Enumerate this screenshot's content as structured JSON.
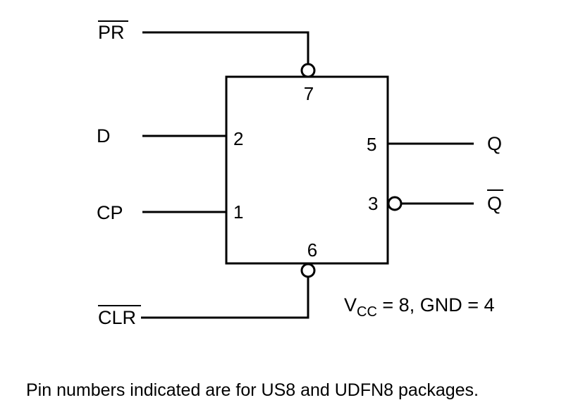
{
  "signals": {
    "preset": "PR",
    "data": "D",
    "clock": "CP",
    "clear": "CLR",
    "q": "Q",
    "q_bar": "Q"
  },
  "pins": {
    "preset": "7",
    "data": "2",
    "clock": "1",
    "clear": "6",
    "q": "5",
    "q_bar": "3"
  },
  "supply": {
    "v": "V",
    "v_sub": "CC",
    "text": " = 8, GND = 4"
  },
  "note": "Pin numbers indicated are for US8 and UDFN8 packages."
}
